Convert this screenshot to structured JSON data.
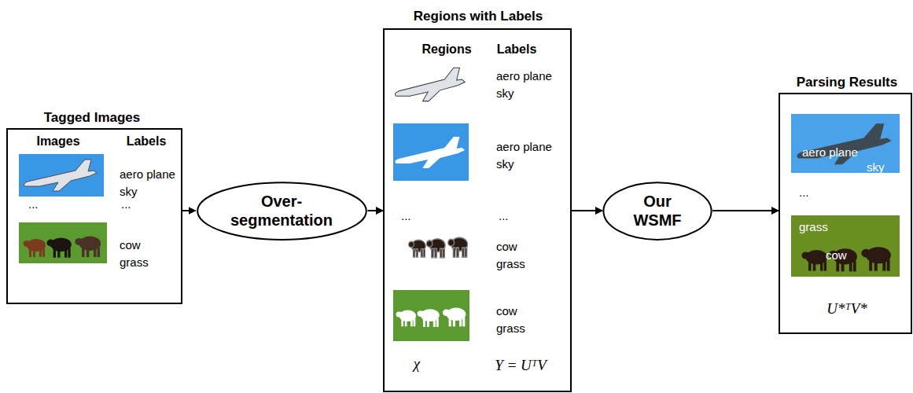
{
  "diagram": {
    "nodes": [
      {
        "text": [
          "Tagged Images",
          "Images",
          "Labels",
          "aero plane sky",
          "...",
          "...",
          "cow grass"
        ]
      },
      {
        "text": [
          "Over- segmentation"
        ]
      },
      {
        "text": [
          "Regions with Labels",
          "Regions",
          "Labels",
          "aero plane sky",
          "aero plane sky",
          "...",
          "...",
          "cow grass",
          "cow grass",
          "χ",
          "Y = UᵀV"
        ]
      },
      {
        "text": [
          "Our WSMF"
        ]
      },
      {
        "text": [
          "Parsing Results",
          "aero plane",
          "sky",
          "...",
          "grass",
          "cow",
          "U*ᵀV*"
        ]
      }
    ],
    "edges": [
      {
        "from": 0,
        "to": 1,
        "arrow": "to"
      },
      {
        "from": 1,
        "to": 2,
        "arrow": "to"
      },
      {
        "from": 2,
        "to": 3,
        "arrow": "to"
      },
      {
        "from": 3,
        "to": 4,
        "arrow": "to"
      }
    ]
  }
}
